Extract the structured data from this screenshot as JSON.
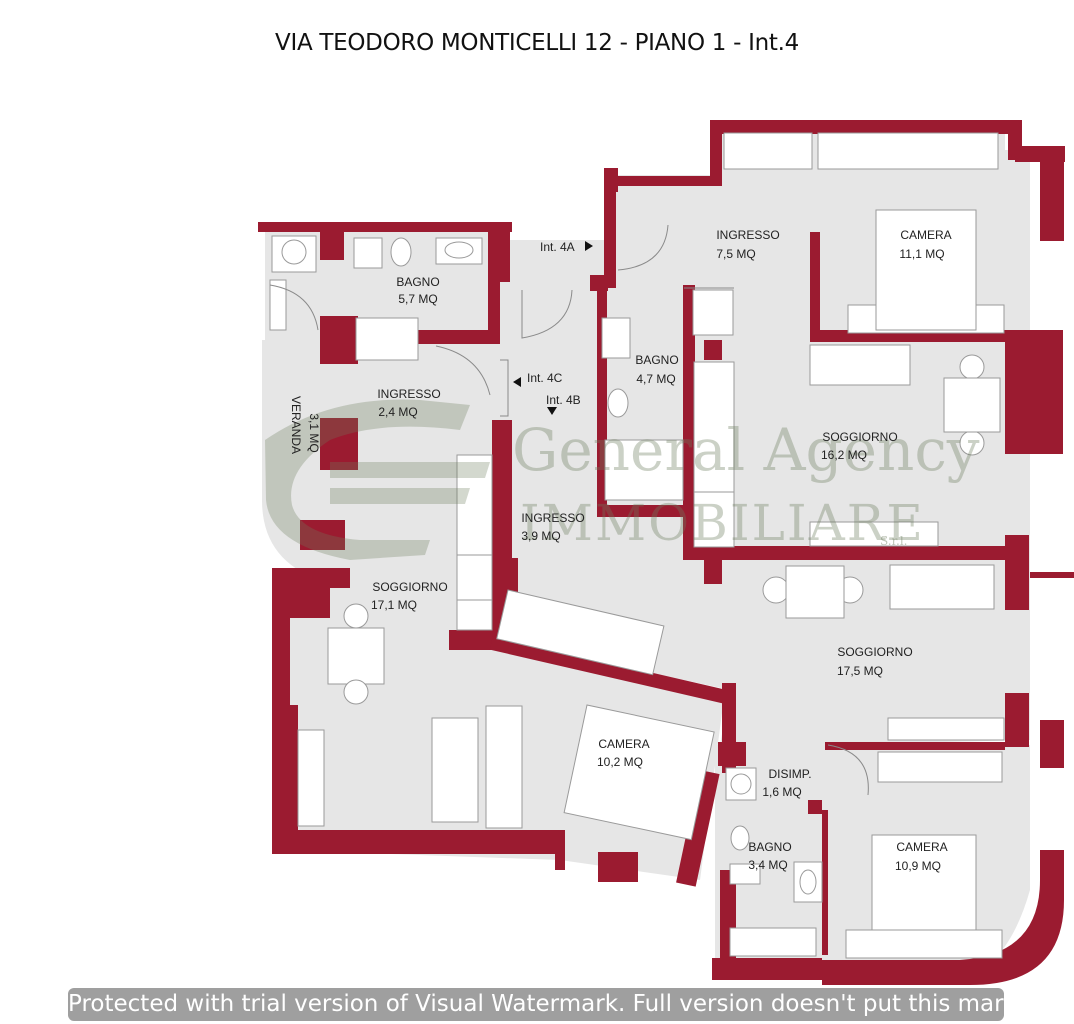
{
  "title": "VIA TEODORO MONTICELLI 12 - PIANO 1 - Int.4",
  "rooms": {
    "bagno_a": {
      "name": "BAGNO",
      "area": "5,7 MQ"
    },
    "ingresso_a": {
      "name": "INGRESSO",
      "area": "2,4 MQ"
    },
    "veranda": {
      "name": "VERANDA",
      "area": "3,1 MQ"
    },
    "soggiorno_a": {
      "name": "SOGGIORNO",
      "area": "17,1 MQ"
    },
    "camera_a": {
      "name": "CAMERA",
      "area": "10,2 MQ"
    },
    "ingresso_b": {
      "name": "INGRESSO",
      "area": "3,9 MQ"
    },
    "bagno_b": {
      "name": "BAGNO",
      "area": "4,7 MQ"
    },
    "ingresso_c": {
      "name": "INGRESSO",
      "area": "7,5 MQ"
    },
    "camera_b": {
      "name": "CAMERA",
      "area": "11,1 MQ"
    },
    "soggiorno_b": {
      "name": "SOGGIORNO",
      "area": "16,2 MQ"
    },
    "soggiorno_c": {
      "name": "SOGGIORNO",
      "area": "17,5 MQ"
    },
    "disimp": {
      "name": "DISIMP.",
      "area": "1,6 MQ"
    },
    "bagno_c": {
      "name": "BAGNO",
      "area": "3,4 MQ"
    },
    "camera_c": {
      "name": "CAMERA",
      "area": "10,9 MQ"
    }
  },
  "units": {
    "int_4a": "Int. 4A",
    "int_4b": "Int. 4B",
    "int_4c": "Int. 4C"
  },
  "watermark": {
    "line1": "General Agency",
    "line2": "IMMOBILIARE",
    "suffix": "S.r.l."
  },
  "trial_notice": "Protected with trial version of Visual Watermark. Full version doesn't put this mark.",
  "colors": {
    "wall": "#9b1b30",
    "floor": "#e6e6e6",
    "fixture": "#ffffff"
  }
}
